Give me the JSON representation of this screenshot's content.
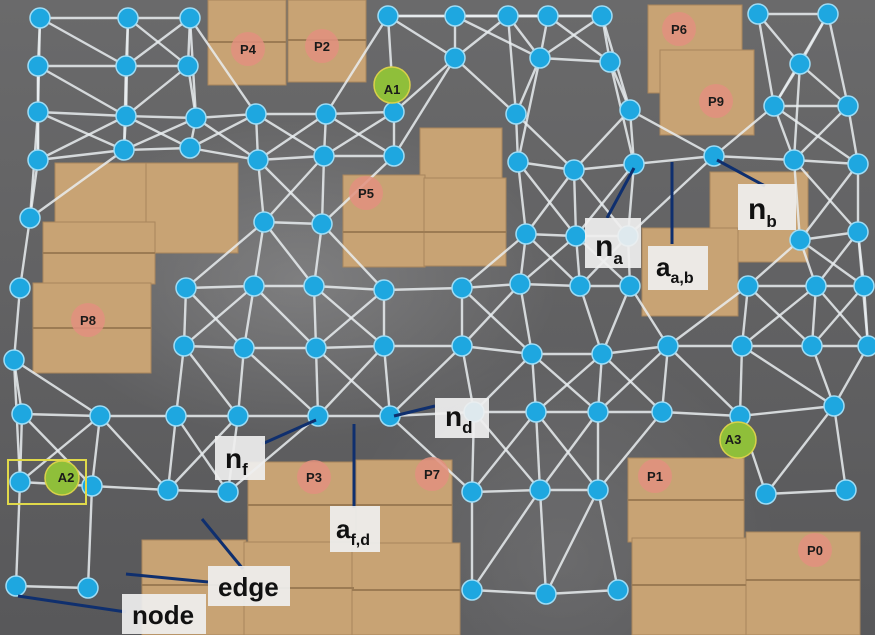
{
  "positions": [
    {
      "id": "p4",
      "label": "P4"
    },
    {
      "id": "p2",
      "label": "P2"
    },
    {
      "id": "p6",
      "label": "P6"
    },
    {
      "id": "p9",
      "label": "P9"
    },
    {
      "id": "p5",
      "label": "P5"
    },
    {
      "id": "p8",
      "label": "P8"
    },
    {
      "id": "p3",
      "label": "P3"
    },
    {
      "id": "p7",
      "label": "P7"
    },
    {
      "id": "p1",
      "label": "P1"
    },
    {
      "id": "p0",
      "label": "P0"
    }
  ],
  "agents": [
    {
      "id": "a1",
      "label": "A1"
    },
    {
      "id": "a2",
      "label": "A2"
    },
    {
      "id": "a3",
      "label": "A3"
    }
  ],
  "annotations": {
    "na": {
      "main": "n",
      "sub": "a"
    },
    "nb": {
      "main": "n",
      "sub": "b"
    },
    "aab": {
      "main": "a",
      "sub": "a,b"
    },
    "nd": {
      "main": "n",
      "sub": "d"
    },
    "nf": {
      "main": "n",
      "sub": "f"
    },
    "afd": {
      "main": "a",
      "sub": "f,d"
    },
    "edge": {
      "main": "edge"
    },
    "node": {
      "main": "node"
    }
  }
}
